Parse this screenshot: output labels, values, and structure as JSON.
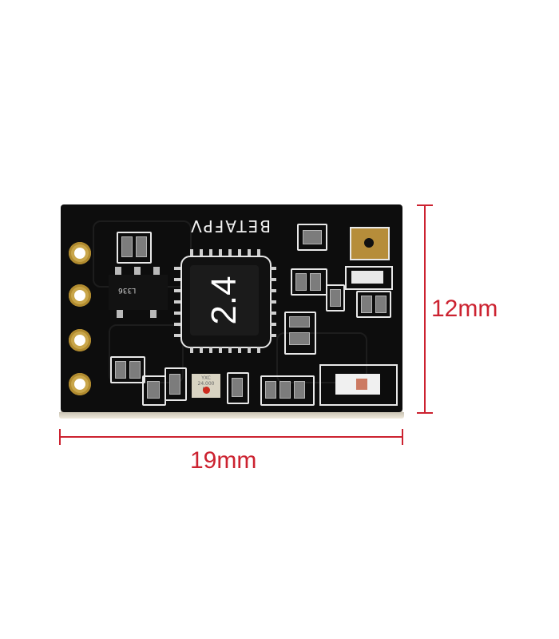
{
  "board": {
    "brand_text": "BETAFPV",
    "chip_label": "2.4",
    "regulator_marking": "L336",
    "crystal_marking": "YXC\n24.000\nM1"
  },
  "dimensions": {
    "height_label": "12mm",
    "width_label": "19mm",
    "line_color": "#cc2230"
  },
  "colors": {
    "pcb": "#0d0d0d",
    "gold_pads": "#c9a64a",
    "silkscreen": "#e8e8e8"
  }
}
